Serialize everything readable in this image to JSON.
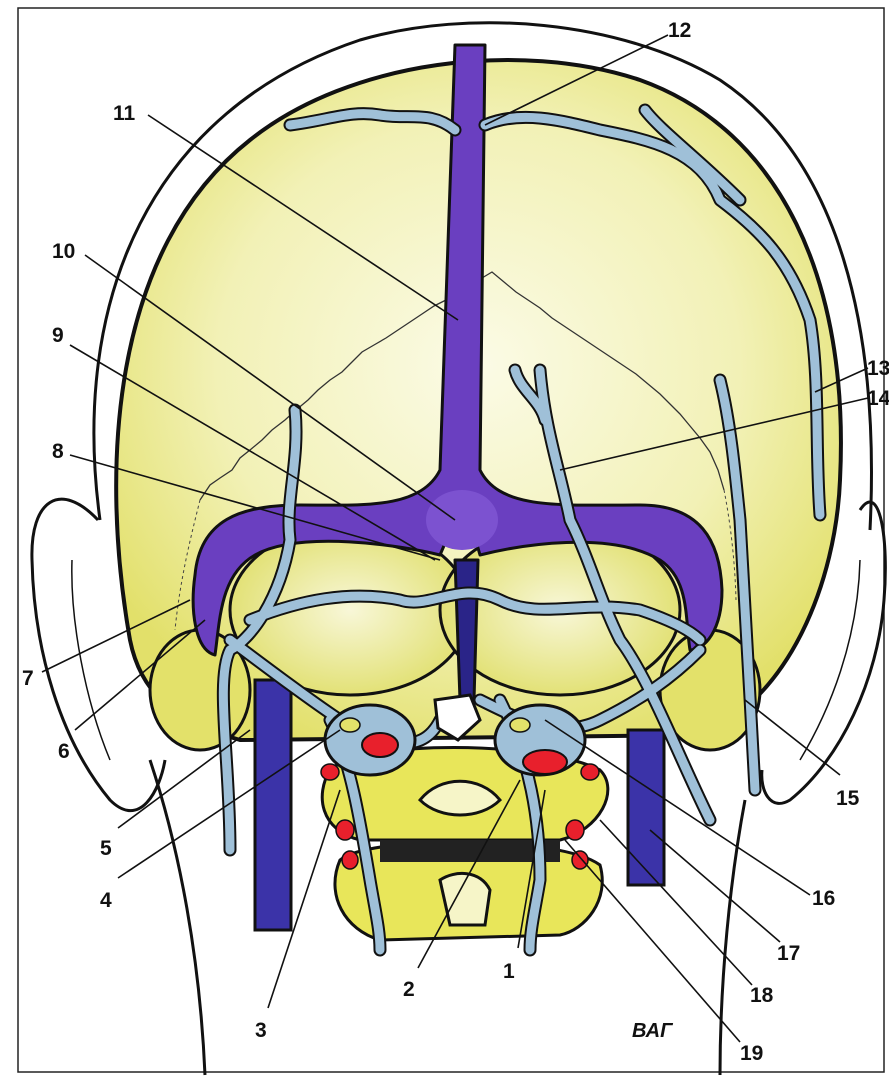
{
  "figure": {
    "signature": "ВАГ",
    "labels": [
      "1",
      "2",
      "3",
      "4",
      "5",
      "6",
      "7",
      "8",
      "9",
      "10",
      "11",
      "12",
      "13",
      "14",
      "15",
      "16",
      "17",
      "18",
      "19"
    ]
  },
  "colors": {
    "bone": "#eeed9c",
    "bone_shade": "#d7d64a",
    "vein": "#9fc0d8",
    "sinus": "#6a3fc0",
    "jugular": "#3b33a8",
    "artery": "#e8202c",
    "outline": "#111111"
  }
}
